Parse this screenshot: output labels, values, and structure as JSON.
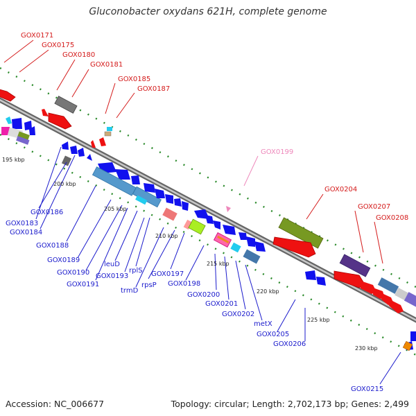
{
  "title": "Gluconobacter oxydans 621H, complete genome",
  "footer": {
    "accession": "Accession: NC_006677",
    "topology": "Topology: circular; Length: 2,702,173 bp; Genes: 2,499"
  },
  "colors": {
    "backbone": "#8c8c8c",
    "ticks": "#2a8a2a",
    "label_plus": "#d41a1a",
    "label_minus": "#1a1acc",
    "label_rna": "#ee88bb"
  },
  "kbp_labels": [
    "195 kbp",
    "200 kbp",
    "205 kbp",
    "210 kbp",
    "215 kbp",
    "220 kbp",
    "225 kbp",
    "230 kbp"
  ],
  "labels_plus": [
    "GOX0171",
    "GOX0175",
    "GOX0180",
    "GOX0181",
    "GOX0185",
    "GOX0187",
    "GOX0204",
    "GOX0207",
    "GOX0208"
  ],
  "labels_rna": [
    "GOX0199"
  ],
  "labels_minus": [
    "GOX0186",
    "GOX0183",
    "GOX0184",
    "GOX0188",
    "GOX0189",
    "GOX0190",
    "GOX0191",
    "leuD",
    "GOX0193",
    "rplS",
    "trmD",
    "rpsP",
    "GOX0197",
    "GOX0198",
    "GOX0200",
    "GOX0201",
    "GOX0202",
    "metX",
    "GOX0205",
    "GOX0206",
    "GOX0215"
  ]
}
